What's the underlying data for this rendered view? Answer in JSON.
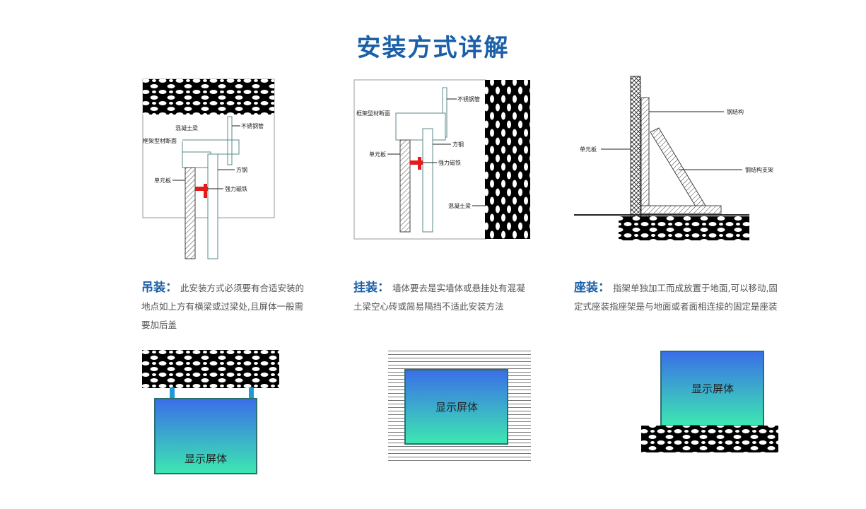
{
  "title": "安装方式详解",
  "labels": {
    "concrete_beam": "混凝土梁",
    "stainless_pipe": "不锈钢管",
    "frame_section": "框架型材断面",
    "square_steel": "方钢",
    "unit_panel": "单元板",
    "magnet": "强力磁铁",
    "steel_structure": "钢结构",
    "steel_support": "钢结构支架",
    "screen_body": "显示屏体"
  },
  "methods": [
    {
      "name": "吊装",
      "colon": "：",
      "text": "此安装方式必须要有合适安装的地点如上方有横梁或过梁处,且屏体一般需要加后盖"
    },
    {
      "name": "挂装",
      "colon": "：",
      "text": "墙体要去是实墙体或悬挂处有混凝土梁空心砖或简易隔挡不适此安装方法"
    },
    {
      "name": "座装",
      "colon": "：",
      "text": "指架单独加工而成放置于地面,可以移动,固定式座装指座架是与地面或者面相连接的固定是座装"
    }
  ],
  "colors": {
    "title": "#1a5fa8",
    "screen_top": "#3a6ee8",
    "screen_bottom": "#3de8b0",
    "magnet": "#e41b1b"
  }
}
